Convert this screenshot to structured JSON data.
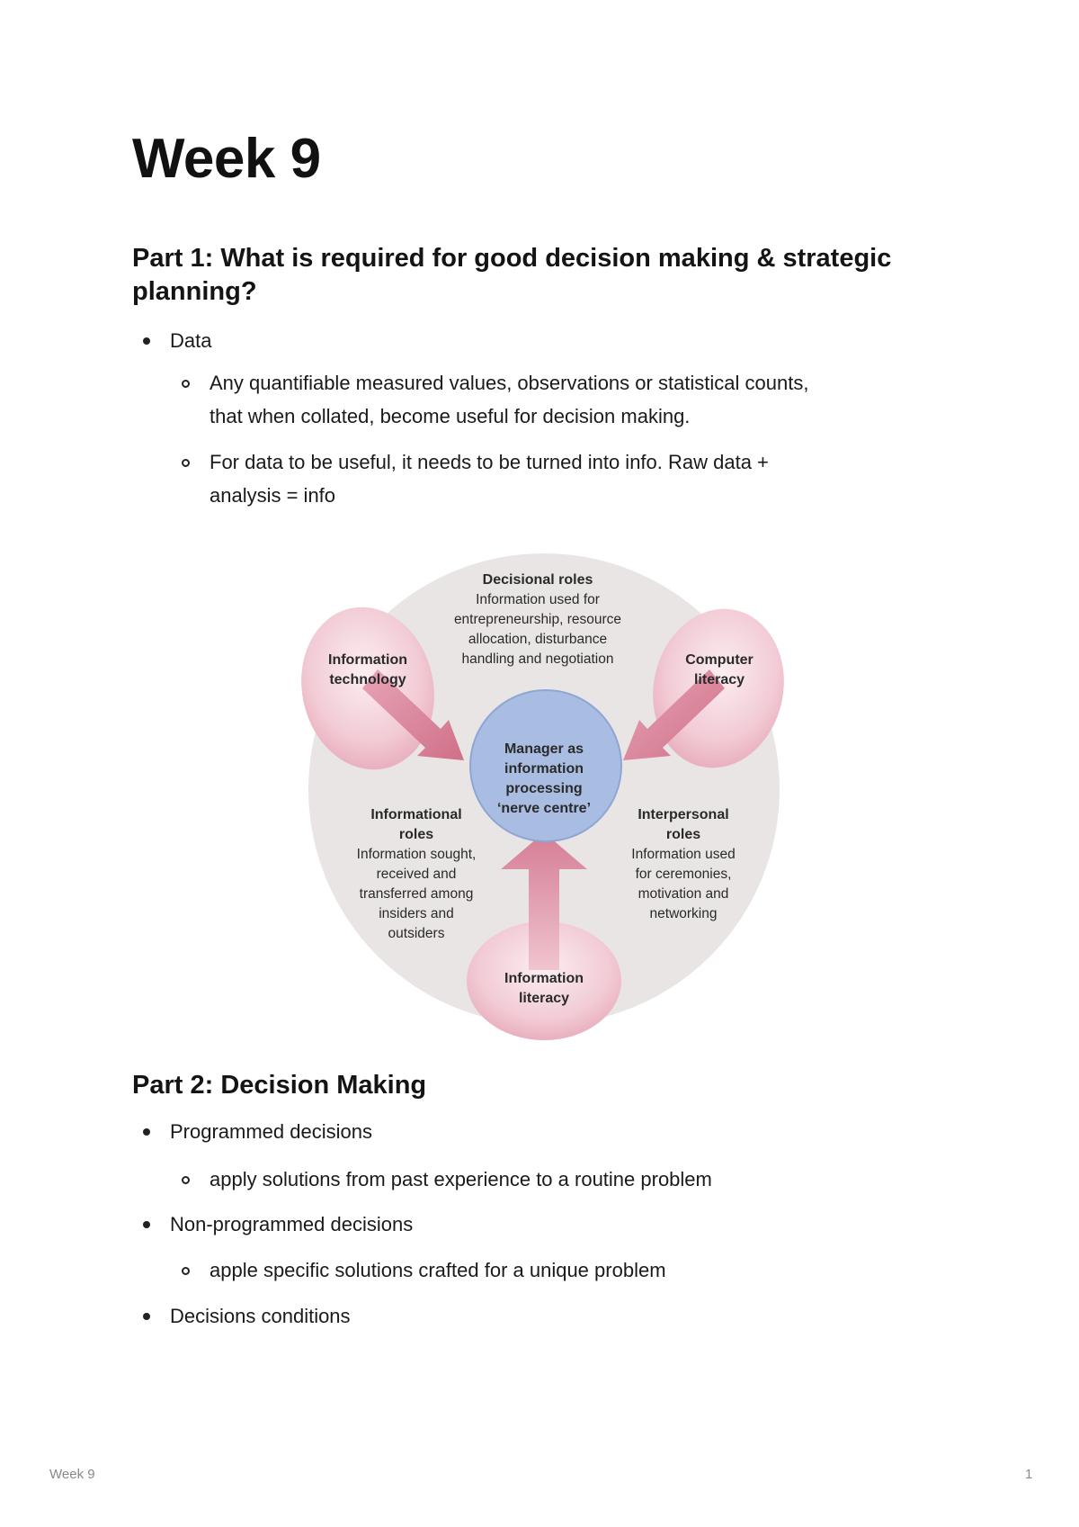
{
  "page_title": "Week 9",
  "part1": {
    "heading_line1": "Part 1: What is required for good decision making & strategic",
    "heading_line2": "planning?",
    "bullet1": "Data",
    "sub1_line1": "Any quantifiable measured values, observations or statistical counts,",
    "sub1_line2": "that when collated, become useful for decision making.",
    "sub2_line1": "For data to be useful, it needs to be turned into info. Raw data +",
    "sub2_line2": "analysis = info"
  },
  "diagram": {
    "decisional_title": "Decisional roles",
    "decisional_l1": "Information used for",
    "decisional_l2": "entrepreneurship, resource",
    "decisional_l3": "allocation, disturbance",
    "decisional_l4": "handling and negotiation",
    "it_l1": "Information",
    "it_l2": "technology",
    "cl_l1": "Computer",
    "cl_l2": "literacy",
    "center_l1": "Manager as",
    "center_l2": "information",
    "center_l3": "processing",
    "center_l4": "‘nerve centre’",
    "informational_t1": "Informational",
    "informational_t2": "roles",
    "informational_l1": "Information sought,",
    "informational_l2": "received and",
    "informational_l3": "transferred among",
    "informational_l4": "insiders and",
    "informational_l5": "outsiders",
    "interpersonal_t1": "Interpersonal",
    "interpersonal_t2": "roles",
    "interpersonal_l1": "Information used",
    "interpersonal_l2": "for ceremonies,",
    "interpersonal_l3": "motivation and",
    "interpersonal_l4": "networking",
    "il_l1": "Information",
    "il_l2": "literacy",
    "colors": {
      "outer_circle": "#e9e5e5",
      "pink_light": "#f6dde3",
      "pink_dark": "#d47d93",
      "center_fill": "#a9bde3",
      "center_stroke": "#8ea6d4"
    }
  },
  "part2": {
    "heading": "Part 2: Decision Making",
    "b1": "Programmed decisions",
    "b1_sub": "apply solutions from past experience to a routine problem",
    "b2": "Non-programmed decisions",
    "b2_sub": "apple specific solutions crafted for a unique problem",
    "b3": "Decisions conditions"
  },
  "footer": {
    "left": "Week 9",
    "page_number": "1"
  }
}
